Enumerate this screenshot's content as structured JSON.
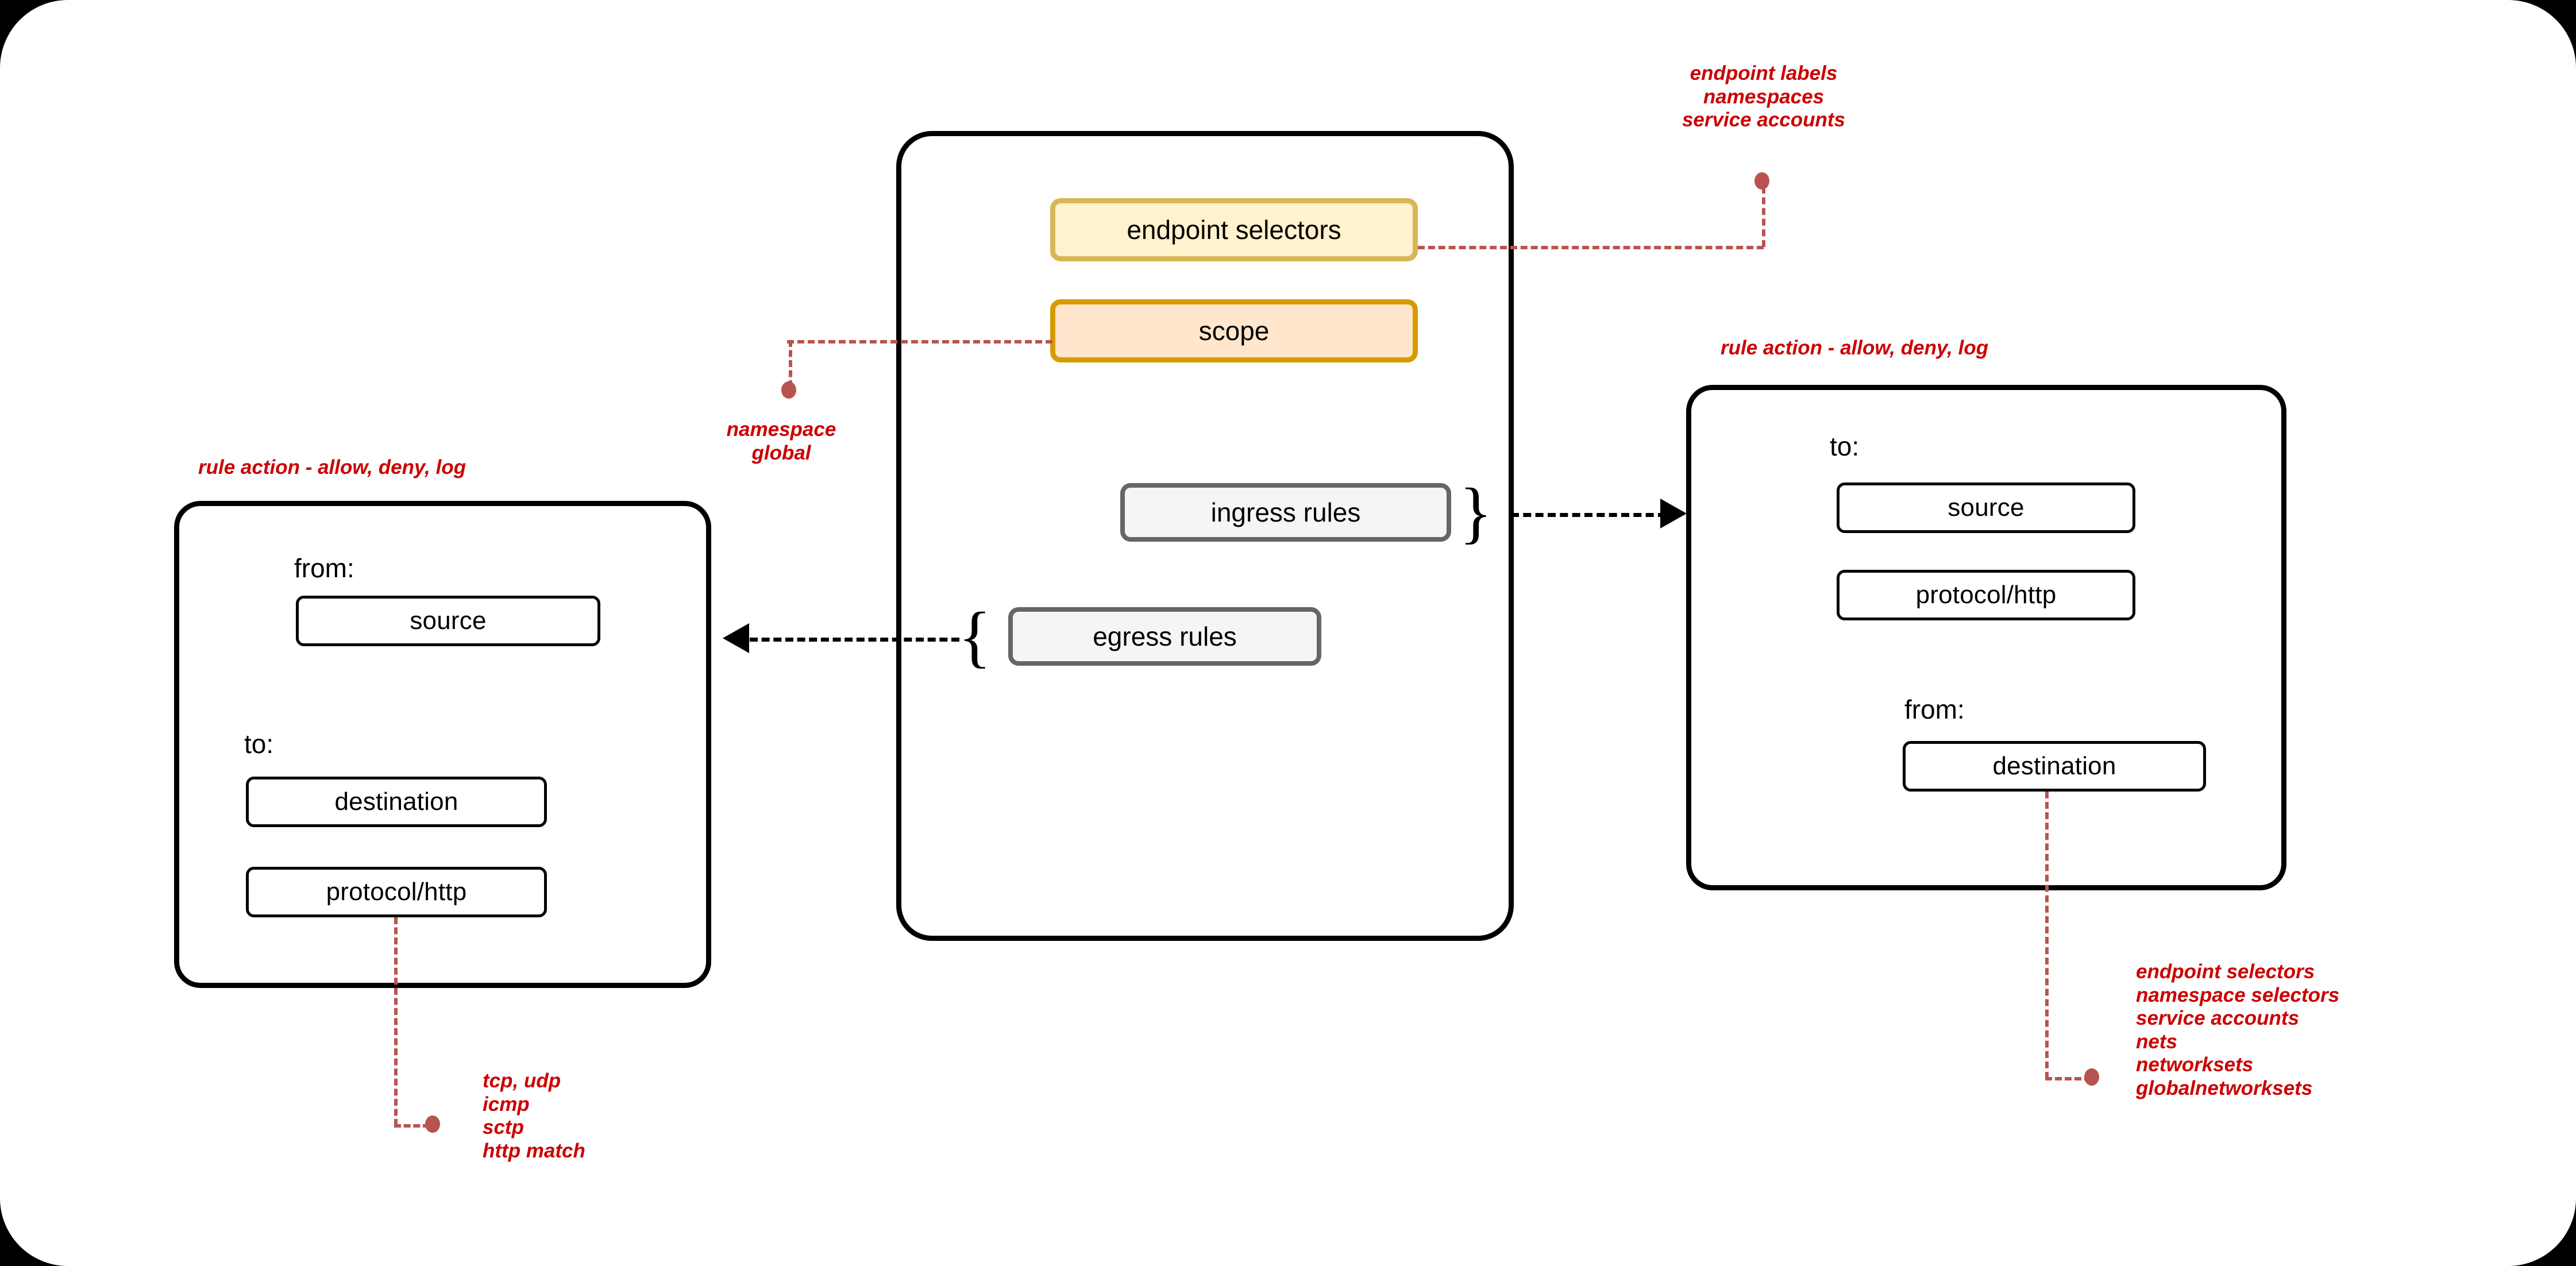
{
  "diagram": {
    "center_panel": {
      "name": "policy-spec",
      "boxes": [
        {
          "id": "endpoint-selectors",
          "label": "endpoint selectors",
          "style": "yellow"
        },
        {
          "id": "scope",
          "label": "scope",
          "style": "orange"
        },
        {
          "id": "ingress-rules",
          "label": "ingress rules",
          "style": "grey"
        },
        {
          "id": "egress-rules",
          "label": "egress rules",
          "style": "grey"
        }
      ],
      "braces": {
        "ingress": "}",
        "egress": "{"
      }
    },
    "left_panel": {
      "title": "rule action - allow, deny, log",
      "labels": {
        "from": "from:",
        "to": "to:"
      },
      "boxes": [
        {
          "id": "source",
          "label": "source"
        },
        {
          "id": "destination",
          "label": "destination"
        },
        {
          "id": "protocol-http",
          "label": "protocol/http"
        }
      ]
    },
    "right_panel": {
      "title": "rule action - allow, deny, log",
      "labels": {
        "to": "to:",
        "from": "from:"
      },
      "boxes": [
        {
          "id": "source",
          "label": "source"
        },
        {
          "id": "protocol-http",
          "label": "protocol/http"
        },
        {
          "id": "destination",
          "label": "destination"
        }
      ]
    },
    "annotations": {
      "endpoint_selectors": "endpoint labels\nnamespaces\nservice accounts",
      "scope": "namespace\nglobal",
      "protocols": "tcp, udp\nicmp\nsctp\nhttp match",
      "destination_sources": "endpoint selectors\nnamespace selectors\nservice accounts\nnets\nnetworksets\nglobalnetworksets"
    },
    "colors": {
      "annotation_text": "#cc0000",
      "connector": "#b85450",
      "yellow_fill": "#fff2cc",
      "yellow_border": "#d6b656",
      "orange_fill": "#ffe6cc",
      "orange_border": "#d79b00",
      "grey_fill": "#f5f5f5",
      "grey_border": "#666666",
      "outline": "#000000",
      "canvas": "#ffffff",
      "backdrop": "#000000"
    }
  }
}
